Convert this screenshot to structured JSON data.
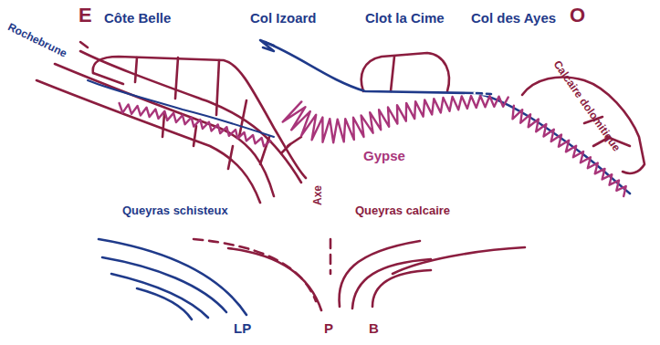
{
  "diagram": {
    "labels": [
      "E",
      "Côte Belle",
      "Col Izoard",
      "Clot la Cime",
      "Col des Ayes",
      "O",
      "Rochebrune",
      "Calcaire dolomitique",
      "Gypse",
      "Queyras schisteux",
      "Axe",
      "Queyras calcaire",
      "LP",
      "P",
      "B"
    ]
  }
}
